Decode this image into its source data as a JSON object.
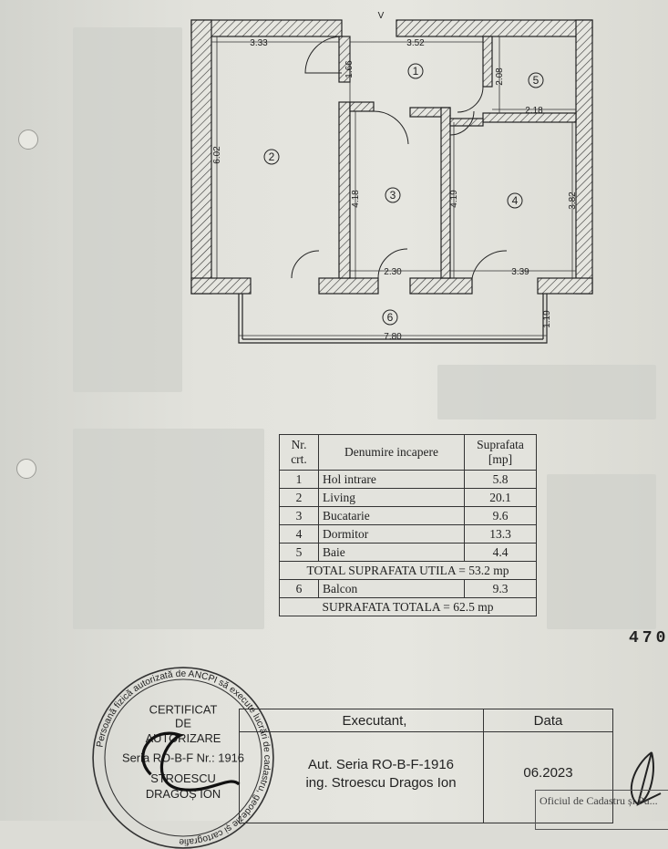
{
  "floor_plan": {
    "entrance_marker": "V",
    "rooms": [
      {
        "number": "1"
      },
      {
        "number": "2"
      },
      {
        "number": "3"
      },
      {
        "number": "4"
      },
      {
        "number": "5"
      },
      {
        "number": "6"
      }
    ],
    "dimensions": {
      "living_width": "3.33",
      "hall_width": "3.52",
      "hall_depth": "1.66",
      "bath_depth": "2.08",
      "bath_width": "2.18",
      "living_depth": "6.02",
      "kitchen_depth": "4.18",
      "kitchen_depth_right": "4.19",
      "bedroom_depth": "3.82",
      "kitchen_width": "2.30",
      "bedroom_width": "3.39",
      "balcony_depth": "1.19",
      "balcony_width": "7.80"
    }
  },
  "room_table": {
    "headers": {
      "nr": "Nr. crt.",
      "name": "Denumire incapere",
      "area": "Suprafata [mp]"
    },
    "rows": [
      {
        "nr": "1",
        "name": "Hol intrare",
        "area": "5.8"
      },
      {
        "nr": "2",
        "name": "Living",
        "area": "20.1"
      },
      {
        "nr": "3",
        "name": "Bucatarie",
        "area": "9.6"
      },
      {
        "nr": "4",
        "name": "Dormitor",
        "area": "13.3"
      },
      {
        "nr": "5",
        "name": "Baie",
        "area": "4.4"
      }
    ],
    "total_useful": "TOTAL SUPRAFATA UTILA = 53.2 mp",
    "balcony": {
      "nr": "6",
      "name": "Balcon",
      "area": "9.3"
    },
    "total": "SUPRAFATA TOTALA = 62.5 mp"
  },
  "page_number": "470",
  "signature_table": {
    "executant_label": "Executant,",
    "date_label": "Data",
    "authorization": "Aut. Seria RO-B-F-1916",
    "engineer": "ing. Stroescu Dragos Ion",
    "date": "06.2023"
  },
  "stamp": {
    "ring_text": "Persoană fizică autorizată de ANCPI să execute lucrări de cadastru, geodezie și cartografie",
    "lines": [
      "CERTIFICAT",
      "DE",
      "AUTORIZARE",
      "Seria RO-B-F Nr.: 1916",
      "STROESCU",
      "DRAGOȘ ION"
    ]
  },
  "office_stamp": "Oficiul de Cadastru și Pu..."
}
